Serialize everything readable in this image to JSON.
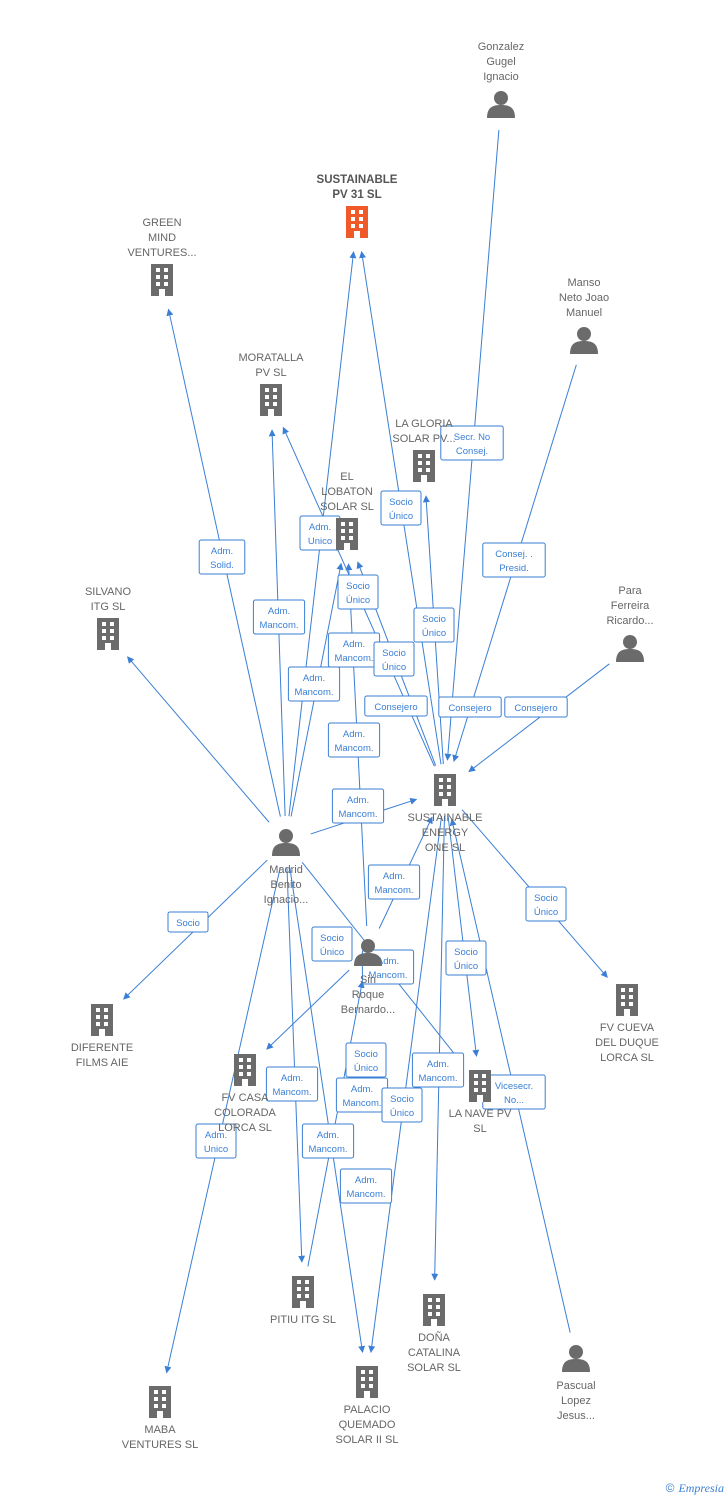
{
  "colors": {
    "edge": "#3a7fd5",
    "node": "#6b6b6b",
    "highlight": "#f05a28",
    "label": "#666666"
  },
  "nodes": [
    {
      "id": "gonzalez",
      "type": "person",
      "lines": [
        "Gonzalez",
        "Gugel",
        "Ignacio"
      ]
    },
    {
      "id": "sustainable31",
      "type": "company",
      "main": true,
      "lines": [
        "SUSTAINABLE",
        "PV 31  SL"
      ]
    },
    {
      "id": "greenmind",
      "type": "company",
      "lines": [
        "GREEN",
        "MIND",
        "VENTURES..."
      ]
    },
    {
      "id": "manso",
      "type": "person",
      "lines": [
        "Manso",
        "Neto Joao",
        "Manuel"
      ]
    },
    {
      "id": "moratalla",
      "type": "company",
      "lines": [
        "MORATALLA",
        "PV  SL"
      ]
    },
    {
      "id": "lagloria",
      "type": "company",
      "lines": [
        "LA GLORIA",
        "SOLAR PV..."
      ]
    },
    {
      "id": "lobaton",
      "type": "company",
      "lines": [
        "EL",
        "LOBATON",
        "SOLAR  SL"
      ]
    },
    {
      "id": "silvano",
      "type": "company",
      "lines": [
        "SILVANO",
        "ITG  SL"
      ]
    },
    {
      "id": "para",
      "type": "person",
      "lines": [
        "Para",
        "Ferreira",
        "Ricardo..."
      ]
    },
    {
      "id": "energyone",
      "type": "company",
      "lines": [
        "SUSTAINABLE",
        "ENERGY",
        "ONE  SL"
      ]
    },
    {
      "id": "madrid",
      "type": "person",
      "lines": [
        "Madrid",
        "Benito",
        "Ignacio..."
      ]
    },
    {
      "id": "sinroque",
      "type": "person",
      "lines": [
        "Sin",
        "Roque",
        "Bernardo..."
      ]
    },
    {
      "id": "diferente",
      "type": "company",
      "lines": [
        "DIFERENTE",
        "FILMS  AIE"
      ]
    },
    {
      "id": "fvcueva",
      "type": "company",
      "lines": [
        "FV CUEVA",
        "DEL DUQUE",
        "LORCA SL"
      ]
    },
    {
      "id": "fvcasa",
      "type": "company",
      "lines": [
        "FV CASA",
        "COLORADA",
        "LORCA SL"
      ]
    },
    {
      "id": "lanave",
      "type": "company",
      "lines": [
        "LA NAVE PV",
        "SL"
      ]
    },
    {
      "id": "pitiu",
      "type": "company",
      "lines": [
        "PITIU ITG  SL"
      ]
    },
    {
      "id": "donacatalina",
      "type": "company",
      "lines": [
        "DOÑA",
        "CATALINA",
        "SOLAR  SL"
      ]
    },
    {
      "id": "pascual",
      "type": "person",
      "lines": [
        "Pascual",
        "Lopez",
        "Jesus..."
      ]
    },
    {
      "id": "maba",
      "type": "company",
      "lines": [
        "MABA",
        "VENTURES  SL"
      ]
    },
    {
      "id": "palacio",
      "type": "company",
      "lines": [
        "PALACIO",
        "QUEMADO",
        "SOLAR II  SL"
      ]
    }
  ],
  "edges": [
    {
      "from": "madrid",
      "to": "greenmind"
    },
    {
      "from": "madrid",
      "to": "sustainable31"
    },
    {
      "from": "madrid",
      "to": "moratalla"
    },
    {
      "from": "madrid",
      "to": "lobaton"
    },
    {
      "from": "madrid",
      "to": "silvano"
    },
    {
      "from": "madrid",
      "to": "energyone"
    },
    {
      "from": "madrid",
      "to": "diferente"
    },
    {
      "from": "madrid",
      "to": "lanave"
    },
    {
      "from": "madrid",
      "to": "pitiu"
    },
    {
      "from": "madrid",
      "to": "palacio"
    },
    {
      "from": "madrid",
      "to": "maba"
    },
    {
      "from": "sinroque",
      "to": "lobaton"
    },
    {
      "from": "sinroque",
      "to": "energyone"
    },
    {
      "from": "sinroque",
      "to": "fvcasa"
    },
    {
      "from": "energyone",
      "to": "sustainable31"
    },
    {
      "from": "energyone",
      "to": "lagloria"
    },
    {
      "from": "energyone",
      "to": "lobaton"
    },
    {
      "from": "energyone",
      "to": "moratalla"
    },
    {
      "from": "energyone",
      "to": "fvcueva"
    },
    {
      "from": "energyone",
      "to": "lanave"
    },
    {
      "from": "energyone",
      "to": "palacio"
    },
    {
      "from": "energyone",
      "to": "donacatalina"
    },
    {
      "from": "gonzalez",
      "to": "energyone"
    },
    {
      "from": "manso",
      "to": "energyone"
    },
    {
      "from": "para",
      "to": "energyone"
    },
    {
      "from": "pascual",
      "to": "energyone"
    },
    {
      "from": "pitiu",
      "to": "sinroque"
    }
  ],
  "relations": [
    {
      "lines": [
        "Secr.  No",
        "Consej."
      ]
    },
    {
      "lines": [
        "Socio",
        "Único"
      ]
    },
    {
      "lines": [
        "Adm.",
        "Unico"
      ]
    },
    {
      "lines": [
        "Adm.",
        "Solid."
      ]
    },
    {
      "lines": [
        "Consej. .",
        "Presid."
      ]
    },
    {
      "lines": [
        "Socio",
        "Único"
      ]
    },
    {
      "lines": [
        "Adm.",
        "Mancom."
      ]
    },
    {
      "lines": [
        "Socio",
        "Único"
      ]
    },
    {
      "lines": [
        "Adm.",
        "Mancom."
      ]
    },
    {
      "lines": [
        "Socio",
        "Único"
      ]
    },
    {
      "lines": [
        "Adm.",
        "Mancom."
      ]
    },
    {
      "lines": [
        "Consejero"
      ]
    },
    {
      "lines": [
        "Adm.",
        "Mancom."
      ]
    },
    {
      "lines": [
        "Adm.",
        "Mancom."
      ]
    },
    {
      "lines": [
        "Adm.",
        "Mancom."
      ]
    },
    {
      "lines": [
        "Consejero"
      ]
    },
    {
      "lines": [
        "Consejero"
      ]
    },
    {
      "lines": [
        "Socio",
        "Único"
      ]
    },
    {
      "lines": [
        "Socio"
      ]
    },
    {
      "lines": [
        "Socio",
        "Único"
      ]
    },
    {
      "lines": [
        "Adm.",
        "Mancom."
      ]
    },
    {
      "lines": [
        "Socio",
        "Único"
      ]
    },
    {
      "lines": [
        "Socio",
        "Único"
      ]
    },
    {
      "lines": [
        "Adm.",
        "Mancom."
      ]
    },
    {
      "lines": [
        "Vicesecr.",
        "No..."
      ]
    },
    {
      "lines": [
        "Adm.",
        "Mancom."
      ]
    },
    {
      "lines": [
        "Socio",
        "Único"
      ]
    },
    {
      "lines": [
        "Adm.",
        "Unico"
      ]
    },
    {
      "lines": [
        "Adm.",
        "Mancom."
      ]
    },
    {
      "lines": [
        "Adm.",
        "Mancom."
      ]
    },
    {
      "lines": [
        "Adm.",
        "Mancom."
      ]
    }
  ],
  "brand": {
    "copyright": "©",
    "name": "Empresia"
  }
}
